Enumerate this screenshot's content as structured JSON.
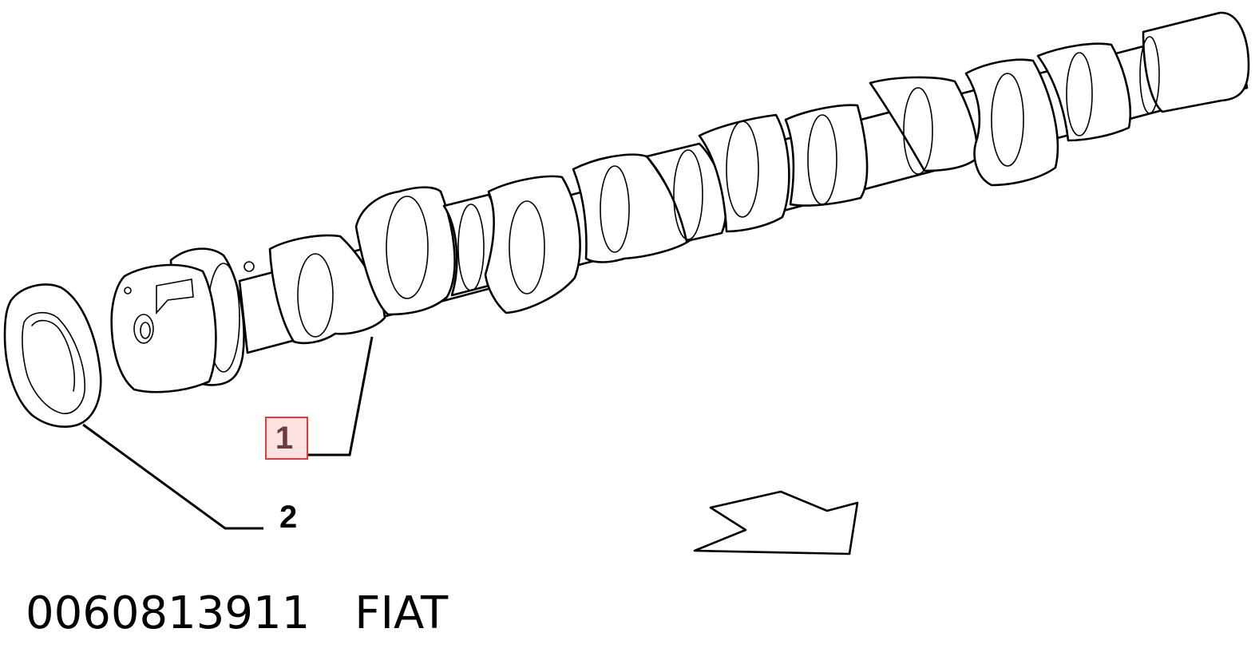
{
  "callouts": {
    "camshaft": "1",
    "seal": "2"
  },
  "footer": {
    "part_number": "0060813911",
    "brand": "FIAT"
  },
  "colors": {
    "line": "#000000",
    "highlight_border": "#e23b3b",
    "highlight_fill": "#ffaaaa",
    "highlight_text": "#6b3b45"
  },
  "icons": {
    "direction_arrow": "arrow-right-icon"
  }
}
